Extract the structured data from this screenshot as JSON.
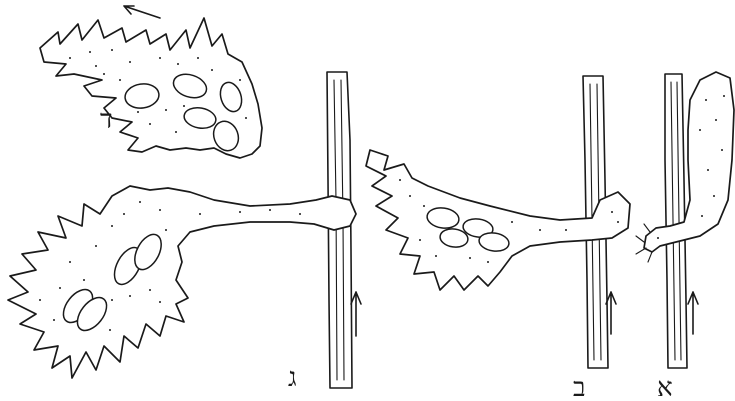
{
  "figure": {
    "panels": [
      {
        "id": "dalet",
        "label": "ד"
      },
      {
        "id": "gimel",
        "label": "ג"
      },
      {
        "id": "bet",
        "label": "ב"
      },
      {
        "id": "alef",
        "label": "א"
      }
    ],
    "ink_color": "#1a1a1a",
    "background_color": "#ffffff"
  }
}
